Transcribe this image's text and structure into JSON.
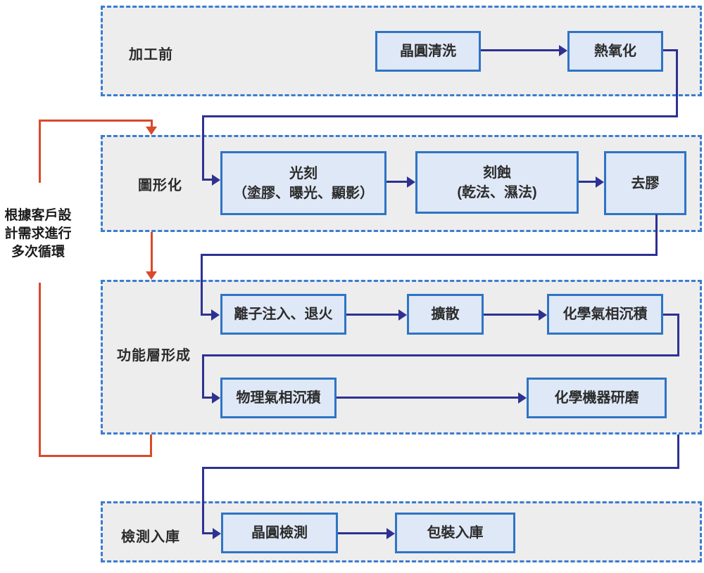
{
  "colors": {
    "connector": "#2e3192",
    "loop_arrow": "#d94a2b",
    "box_border": "#2e74c6",
    "box_bg": "#dfe8f6",
    "section_border": "#3a7cd0",
    "section_bg": "#ededed",
    "text": "#2b2b2b"
  },
  "annotation": {
    "line1": "根據客戶設",
    "line2": "計需求進行",
    "line3": "多次循環"
  },
  "sections": [
    {
      "label": "加工前",
      "boxes": [
        {
          "line1": "晶圓清洗"
        },
        {
          "line1": "熱氧化"
        }
      ]
    },
    {
      "label": "圖形化",
      "boxes": [
        {
          "line1": "光刻",
          "line2": "（塗膠、曝光、顯影）"
        },
        {
          "line1": "刻蝕",
          "line2": "(乾法、濕法)"
        },
        {
          "line1": "去膠"
        }
      ]
    },
    {
      "label": "功能層形成",
      "boxes": [
        {
          "line1": "離子注入、退火"
        },
        {
          "line1": "擴散"
        },
        {
          "line1": "化學氣相沉積"
        },
        {
          "line1": "物理氣相沉積"
        },
        {
          "line1": "化學機器研磨"
        }
      ]
    },
    {
      "label": "檢測入庫",
      "boxes": [
        {
          "line1": "晶圓檢測"
        },
        {
          "line1": "包裝入庫"
        }
      ]
    }
  ]
}
